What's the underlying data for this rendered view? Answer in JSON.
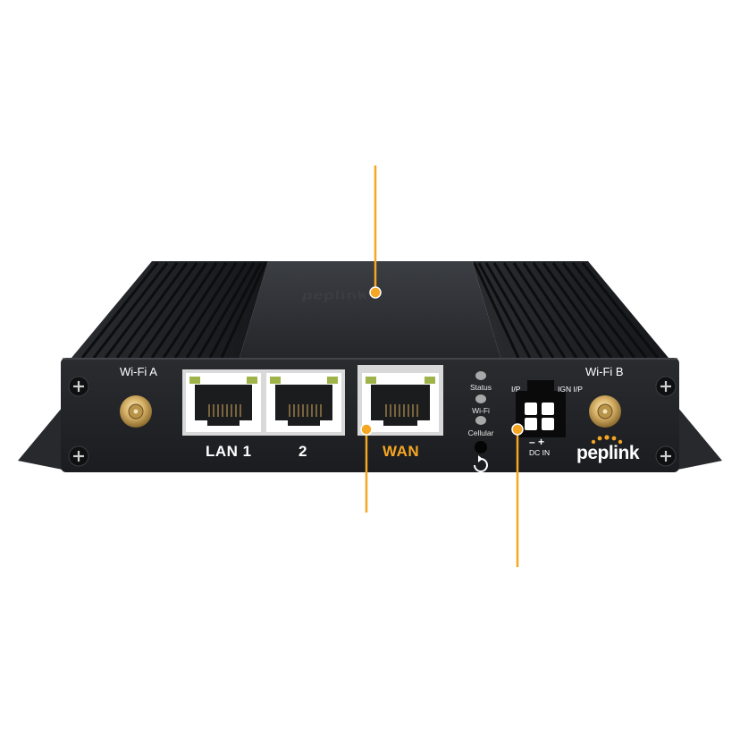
{
  "device": {
    "brand": "peplink",
    "top_logo": "peplink",
    "ports": {
      "lan1": "LAN 1",
      "lan2": "2",
      "wan": "WAN"
    },
    "antennas": {
      "left": "Wi-Fi A",
      "right": "Wi-Fi B"
    },
    "leds": {
      "status": "Status",
      "wifi": "Wi-Fi",
      "cellular": "Cellular"
    },
    "power": {
      "ip": "I/P",
      "ign_ip": "IGN I/P",
      "polarity": "–  +",
      "dc_in": "DC IN"
    }
  },
  "colors": {
    "accent": "#f5a623",
    "chassis": "#1e2023",
    "port_frame": "#d9d9d9",
    "led_green": "#9fb34a"
  }
}
